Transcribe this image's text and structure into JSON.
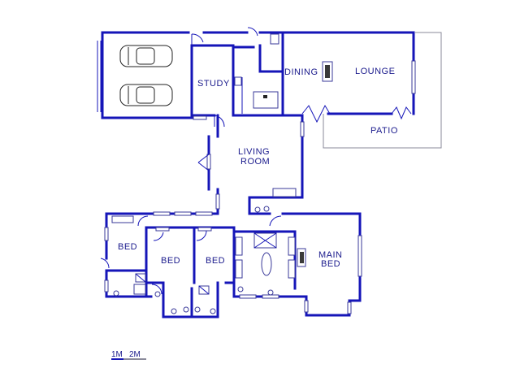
{
  "rooms": {
    "study": "STUDY",
    "dining": "DINING",
    "lounge": "LOUNGE",
    "patio": "PATIO",
    "living_line1": "LIVING",
    "living_line2": "ROOM",
    "bed_left": "BED",
    "bed_middle1": "BED",
    "bed_middle2": "BED",
    "main_line1": "MAIN",
    "main_line2": "BED"
  },
  "scale": {
    "label_1m": "1M",
    "label_2m": "2M"
  },
  "colors": {
    "wall": "#1515b8",
    "text": "#1a1a8c",
    "outline": "#8a8a9a"
  },
  "icons": [
    "car-icon",
    "fireplace-icon",
    "bathtub-icon",
    "toilet-icon",
    "basin-icon",
    "shower-icon",
    "door-swing-icon"
  ]
}
